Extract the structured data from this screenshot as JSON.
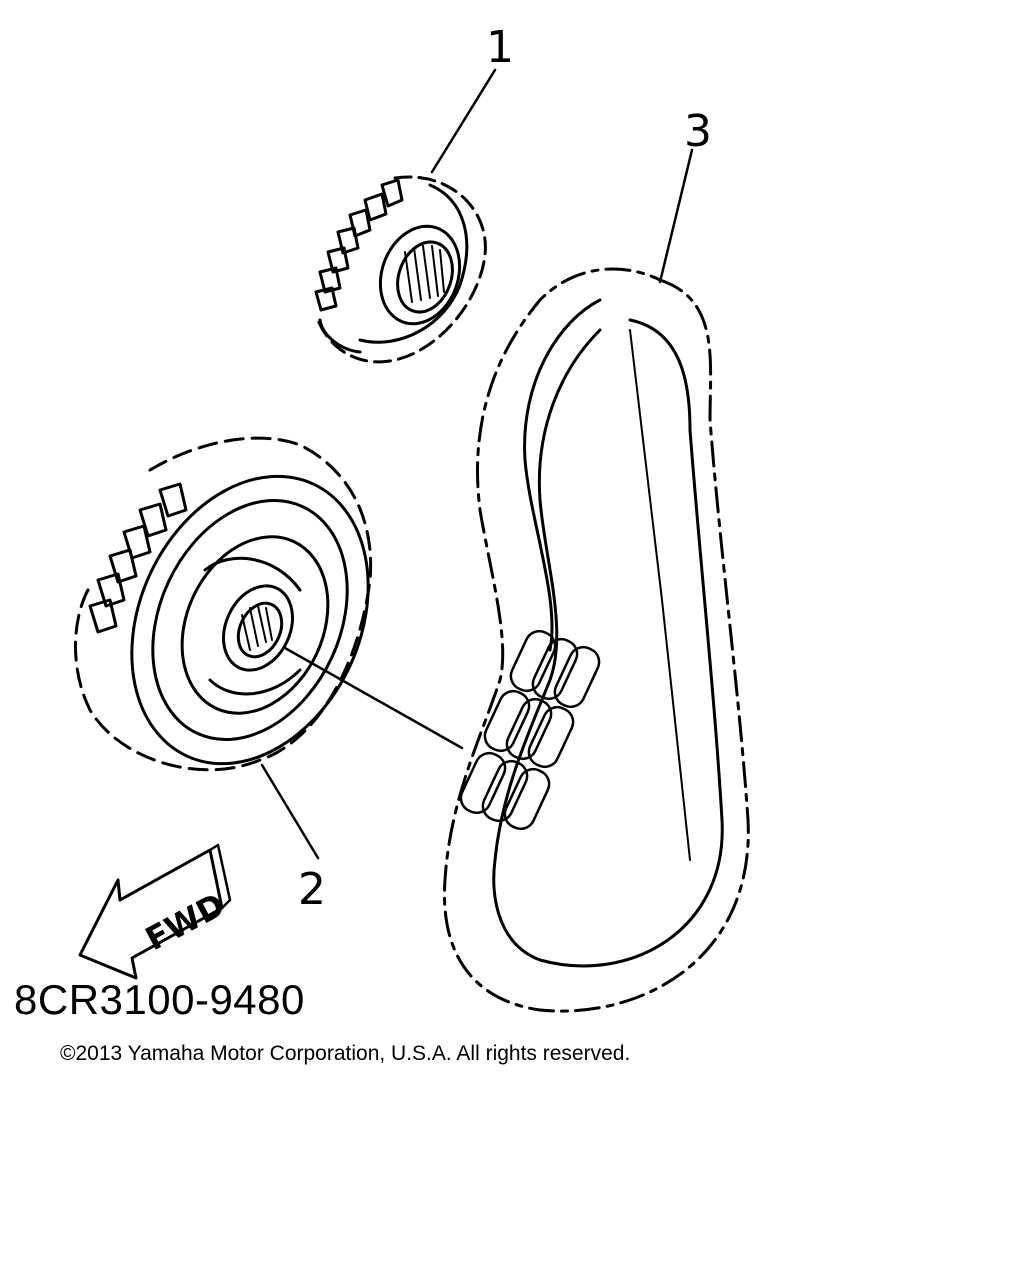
{
  "callouts": {
    "part1": "1",
    "part2": "2",
    "part3": "3"
  },
  "fwd_arrow_label": "FWD",
  "diagram_code": "8CR3100-9480",
  "copyright": "©2013 Yamaha Motor Corporation, U.S.A. All rights reserved.",
  "colors": {
    "ink": "#000000",
    "background": "#ffffff"
  }
}
